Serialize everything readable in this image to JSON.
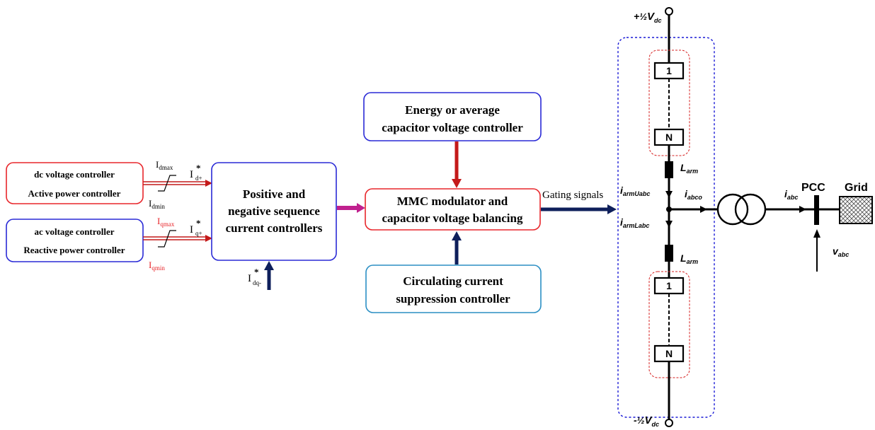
{
  "blocks": {
    "dc_controller": {
      "line1": "dc voltage controller",
      "line2": "Active power controller"
    },
    "ac_controller": {
      "line1": "ac voltage controller",
      "line2": "Reactive power controller"
    },
    "seq_controller": {
      "line1": "Positive and",
      "line2": "negative sequence",
      "line3": "current controllers"
    },
    "energy_controller": {
      "line1": "Energy or average",
      "line2": "capacitor voltage controller"
    },
    "mmc_modulator": {
      "line1": "MMC modulator and",
      "line2": "capacitor voltage balancing"
    },
    "circulating_controller": {
      "line1": "Circulating current",
      "line2": "suppression controller"
    }
  },
  "limiters": {
    "d_max": {
      "base": "I",
      "sub": "dmax"
    },
    "d_min": {
      "base": "I",
      "sub": "dmin"
    },
    "q_max": {
      "base": "I",
      "sub": "qmax"
    },
    "q_min": {
      "base": "I",
      "sub": "qmin"
    }
  },
  "references": {
    "id_plus": {
      "base": "I",
      "sup": "*",
      "sub": "d+"
    },
    "iq_plus": {
      "base": "I",
      "sup": "*",
      "sub": "q+"
    },
    "idq_minus": {
      "base": "I",
      "sup": "*",
      "sub": "dq-"
    }
  },
  "signals": {
    "gating": "Gating signals"
  },
  "circuit": {
    "vdc_pos": {
      "prefix": "+",
      "half": "½",
      "base": "V",
      "sub": "dc"
    },
    "vdc_neg": {
      "prefix": "-",
      "half": "½",
      "base": "V",
      "sub": "dc"
    },
    "submodule_top_1": "1",
    "submodule_top_n": "N",
    "submodule_bot_1": "1",
    "submodule_bot_n": "N",
    "l_arm_upper": {
      "base": "L",
      "sub": "arm"
    },
    "l_arm_lower": {
      "base": "L",
      "sub": "arm"
    },
    "i_arm_upper": {
      "base": "i",
      "sub": "armUabc"
    },
    "i_arm_lower": {
      "base": "i",
      "sub": "armLabc"
    },
    "i_abco": {
      "base": "i",
      "sub": "abco"
    },
    "i_abc": {
      "base": "i",
      "sub": "abc"
    },
    "v_abc": {
      "base": "v",
      "sub": "abc"
    },
    "pcc": "PCC",
    "grid": "Grid"
  },
  "colors": {
    "red_box": "#e8262b",
    "blue_box": "#2a2ad6",
    "teal_box": "#2b8fc4",
    "dark_arrow": "#0e1f5b",
    "red_arrow": "#c41a1a",
    "magenta_arrow": "#c0208e",
    "dotted_red": "#d62020",
    "dotted_blue": "#1a1ad6",
    "limit_red": "#e8262b"
  }
}
